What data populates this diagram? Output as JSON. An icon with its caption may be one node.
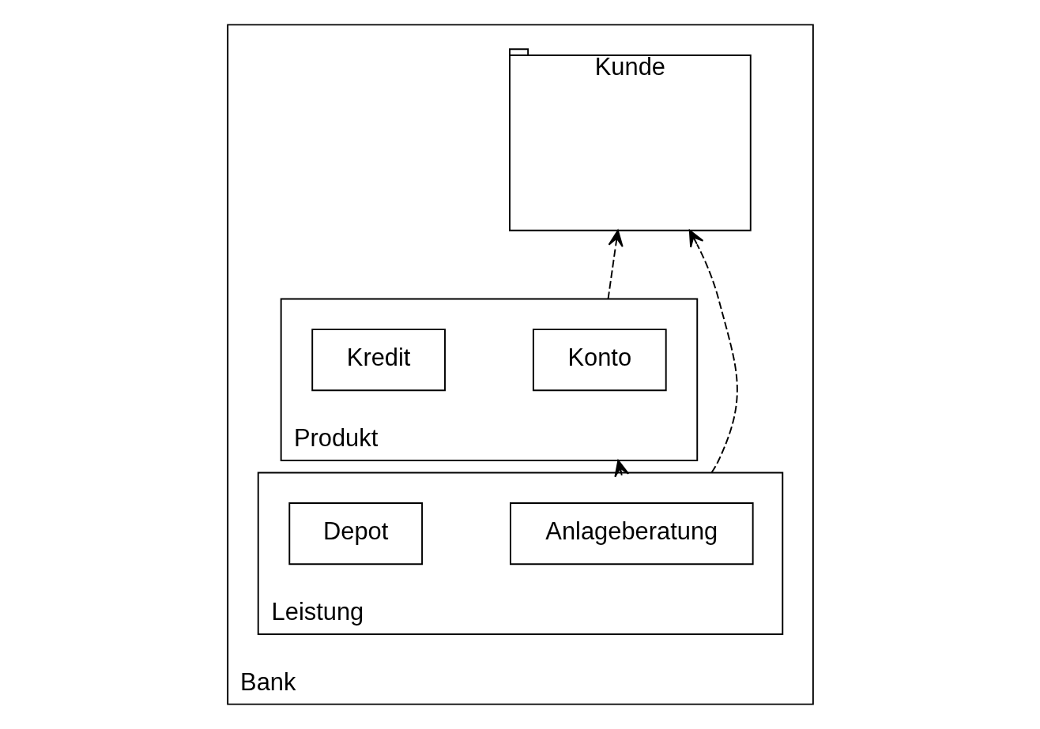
{
  "diagram": {
    "nodes": [
      {
        "text": [
          "Bank"
        ]
      },
      {
        "text": [
          "Produkt"
        ],
        "in": 0
      },
      {
        "text": [
          "Konto"
        ],
        "in": 1
      },
      {
        "text": [
          "Kredit"
        ],
        "in": 1
      },
      {
        "text": [
          "Kunde"
        ],
        "in": 0
      },
      {
        "text": [
          "Leistung"
        ],
        "in": 0
      },
      {
        "text": [
          "Anlageberatung"
        ],
        "in": 5
      },
      {
        "text": [
          "Depot"
        ],
        "in": 5
      }
    ],
    "edges": [
      {
        "from": 1,
        "to": 4,
        "arrow": "to",
        "style": "dashed"
      },
      {
        "from": 5,
        "to": 1,
        "arrow": "to",
        "style": "dashed"
      },
      {
        "from": 5,
        "to": 4,
        "arrow": "to",
        "style": "dashed"
      }
    ]
  }
}
